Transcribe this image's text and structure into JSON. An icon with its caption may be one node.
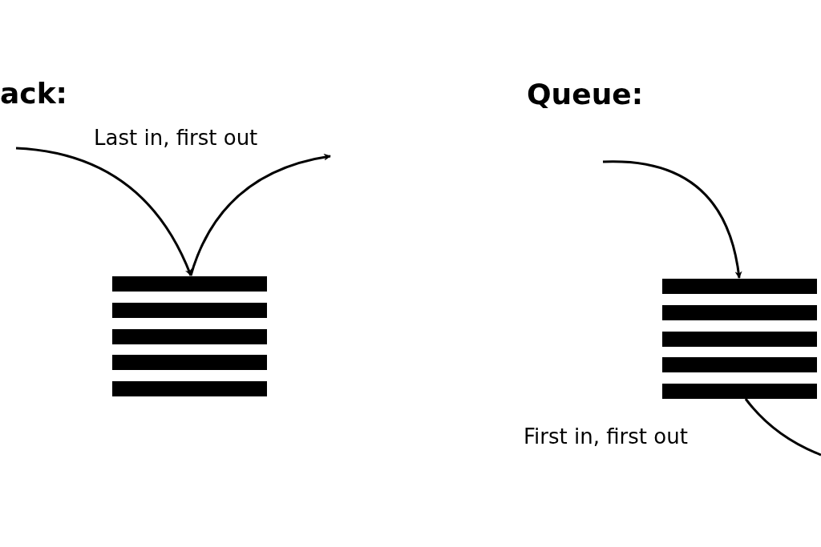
{
  "diagram": {
    "nodes": [
      {
        "text": [],
        "shape": "bar"
      },
      {
        "text": [],
        "shape": "bar"
      }
    ],
    "edges": [
      {
        "from": null,
        "to": 0,
        "arrow": "to"
      },
      {
        "from": 0,
        "to": null,
        "arrow": "to"
      },
      {
        "from": null,
        "to": 1,
        "arrow": "to"
      },
      {
        "from": 1,
        "to": null,
        "arrow": "none"
      }
    ],
    "labels": [
      "ack:",
      "Last in, first out",
      "Queue:",
      "First in, first out"
    ]
  }
}
